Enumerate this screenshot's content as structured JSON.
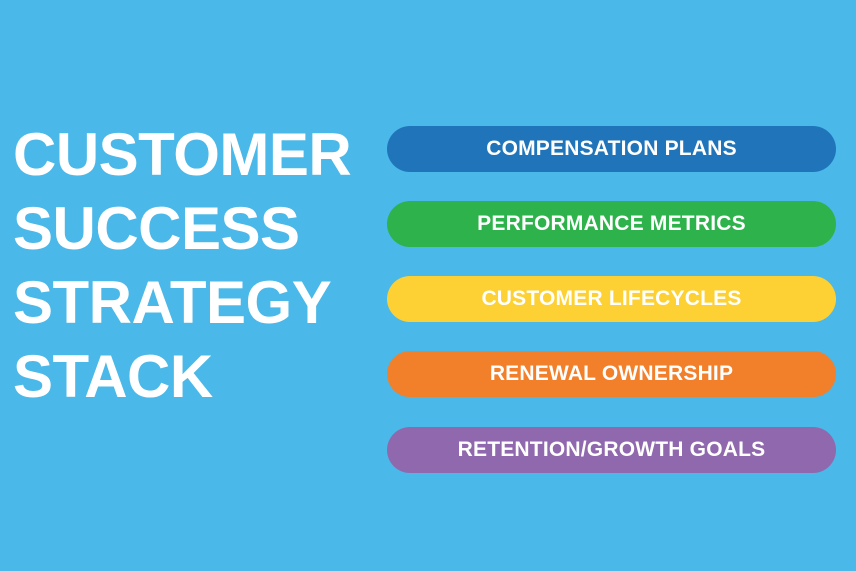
{
  "title_lines": [
    "CUSTOMER",
    "SUCCESS",
    "STRATEGY",
    "STACK"
  ],
  "stack_items": [
    {
      "label": "COMPENSATION PLANS",
      "color": "#2075ba"
    },
    {
      "label": "PERFORMANCE METRICS",
      "color": "#2eb24b"
    },
    {
      "label": "CUSTOMER LIFECYCLES",
      "color": "#fdd133"
    },
    {
      "label": "RENEWAL OWNERSHIP",
      "color": "#f27f29"
    },
    {
      "label": "RETENTION/GROWTH GOALS",
      "color": "#9068ad"
    }
  ],
  "background_color": "#4ab8e8"
}
